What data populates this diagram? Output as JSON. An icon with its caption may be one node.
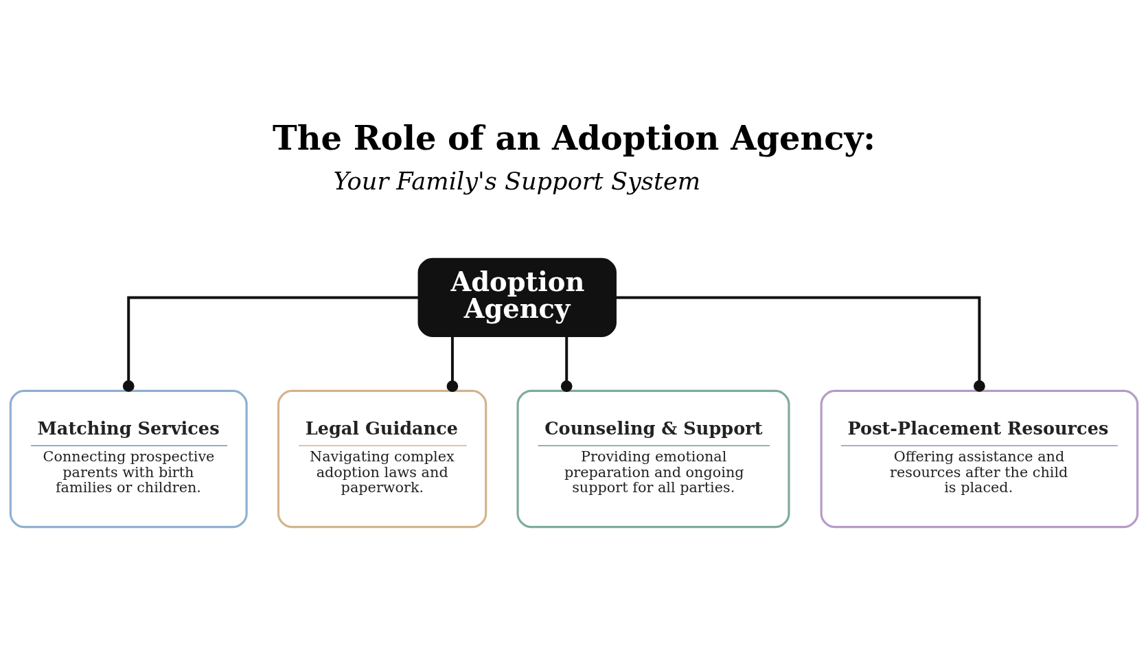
{
  "diagram": {
    "title": "The Role of an Adoption Agency:",
    "nodes": [
      {
        "text": [
          "Adoption Agency"
        ]
      },
      {
        "text": [
          "Matching Services",
          "Connecting prospective parents with birth families or children."
        ]
      },
      {
        "text": [
          "Legal Guidance",
          "Navigating complex adoption laws and paperwork."
        ]
      },
      {
        "text": [
          "Counseling & Support",
          "Providing emotional preparation and ongoing support for all parties."
        ]
      },
      {
        "text": [
          "Post-Placement Resources",
          "Offering assistance and resources after the child is placed."
        ]
      }
    ],
    "edges": [
      {
        "from": 0,
        "to": 1,
        "arrow": "other"
      },
      {
        "from": 0,
        "to": 2,
        "arrow": "other"
      },
      {
        "from": 0,
        "to": 3,
        "arrow": "other"
      },
      {
        "from": 0,
        "to": 4,
        "arrow": "other"
      }
    ],
    "labels": [
      "Your Family's Support System"
    ]
  }
}
